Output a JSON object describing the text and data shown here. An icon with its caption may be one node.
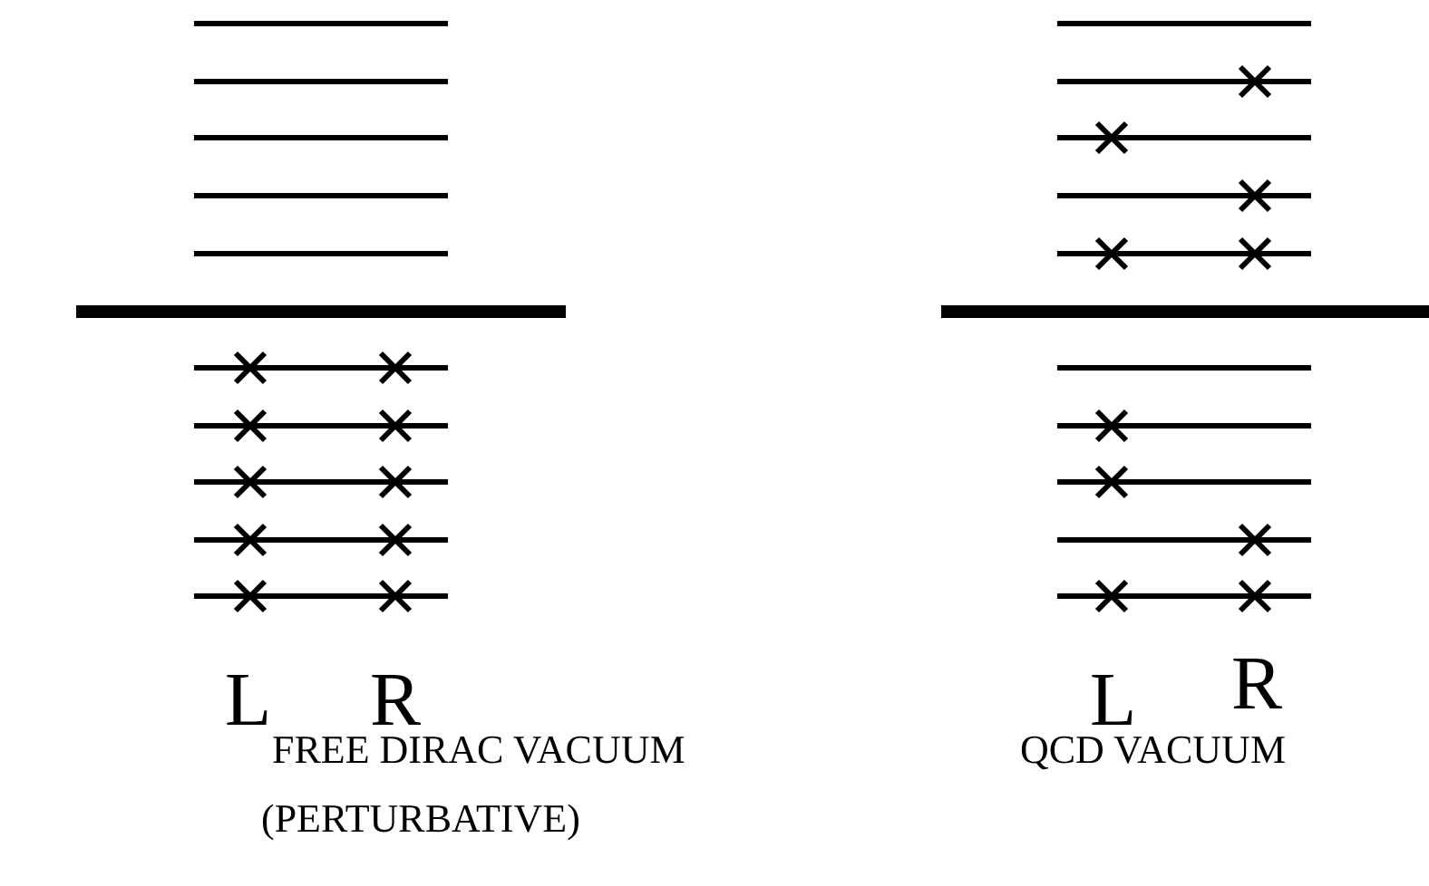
{
  "diagram": {
    "labels": [
      "L",
      "R",
      "FREE DIRAC VACUUM",
      "(PERTURBATIVE)",
      "L",
      "R",
      "QCD VACUUM"
    ]
  }
}
